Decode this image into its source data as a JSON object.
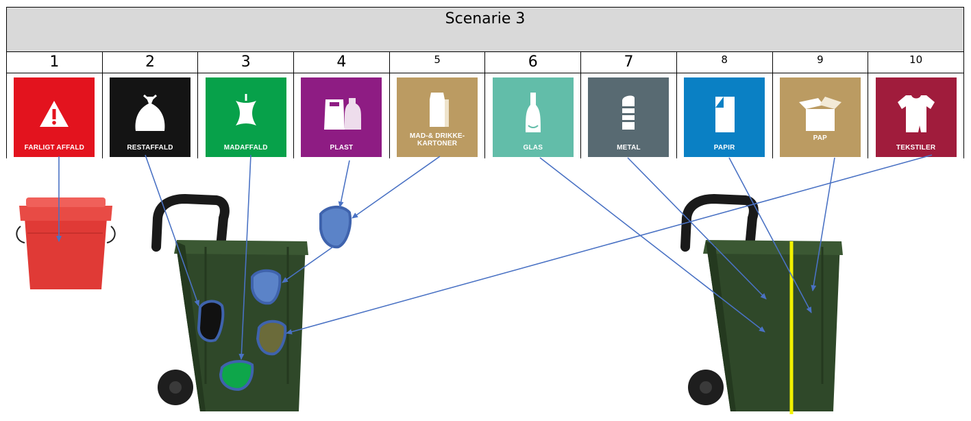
{
  "title": "Scenarie 3",
  "categories": [
    {
      "number": "1",
      "label": "FARLIGT AFFALD",
      "color": "#e3131e",
      "icon": "hazard-warning-icon"
    },
    {
      "number": "2",
      "label": "RESTAFFALD",
      "color": "#141414",
      "icon": "trash-bag-icon"
    },
    {
      "number": "3",
      "label": "MADAFFALD",
      "color": "#07a14a",
      "icon": "apple-core-icon"
    },
    {
      "number": "4",
      "label": "PLAST",
      "color": "#8e1c83",
      "icon": "plastic-bottle-icon"
    },
    {
      "number": "5",
      "label": "MAD-& DRIKKE-\nKARTONER",
      "color": "#bb9b62",
      "icon": "milk-carton-icon"
    },
    {
      "number": "6",
      "label": "GLAS",
      "color": "#62bda9",
      "icon": "glass-bottle-icon"
    },
    {
      "number": "7",
      "label": "METAL",
      "color": "#586a72",
      "icon": "tin-can-icon"
    },
    {
      "number": "8",
      "label": "PAPIR",
      "color": "#0a80c4",
      "icon": "paper-sheet-icon"
    },
    {
      "number": "9",
      "label": "PAP",
      "color": "#bb9b62",
      "icon": "cardboard-box-icon"
    },
    {
      "number": "10",
      "label": "TEKSTILER",
      "color": "#a01c3c",
      "icon": "t-shirt-icon"
    }
  ],
  "colors": {
    "header_bg": "#d9d9d9",
    "arrow": "#4a72c4",
    "bin_green": "#2e4628",
    "divider_yellow": "#f2f200"
  }
}
